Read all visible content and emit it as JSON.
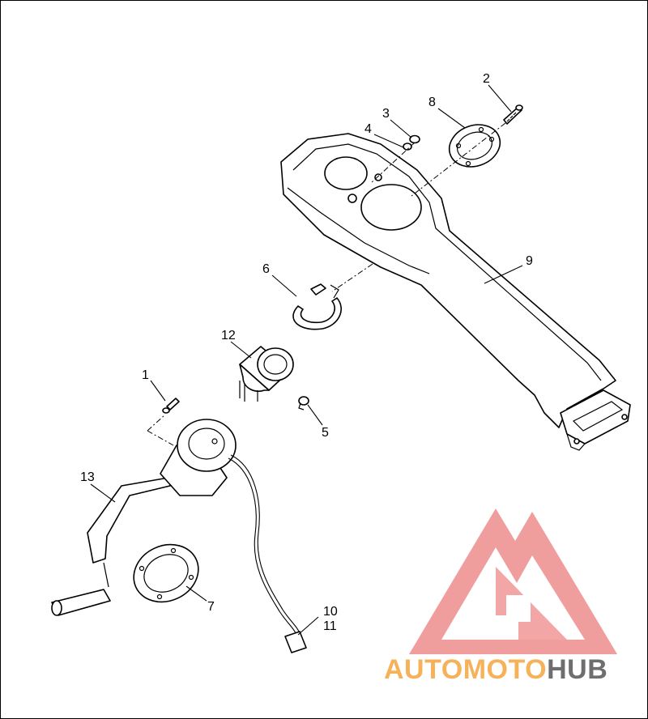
{
  "labels": {
    "l1": "1",
    "l2": "2",
    "l3": "3",
    "l4": "4",
    "l5": "5",
    "l6": "6",
    "l7": "7",
    "l8": "8",
    "l9": "9",
    "l10": "10",
    "l11": "11",
    "l12": "12",
    "l13": "13"
  },
  "watermark": {
    "part1": "AUTO",
    "part2": "MOTO",
    "part3": "HUB",
    "color_accent": "#f6b25a",
    "color_dark": "#6e6e6e",
    "logo_color": "#ee8c8c"
  }
}
